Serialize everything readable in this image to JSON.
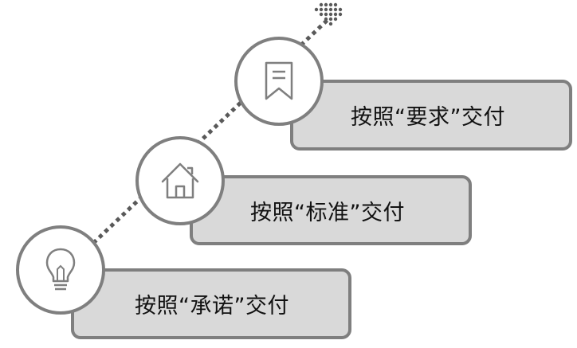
{
  "steps": [
    {
      "label": "按照“承诺”交付",
      "icon": "lightbulb-icon"
    },
    {
      "label": "按照“标准”交付",
      "icon": "house-icon"
    },
    {
      "label": "按照“要求”交付",
      "icon": "bookmark-icon"
    }
  ],
  "colors": {
    "card_fill": "#d9d9d9",
    "outline": "#7f7f7f",
    "connector": "#595959",
    "text": "#111111"
  }
}
